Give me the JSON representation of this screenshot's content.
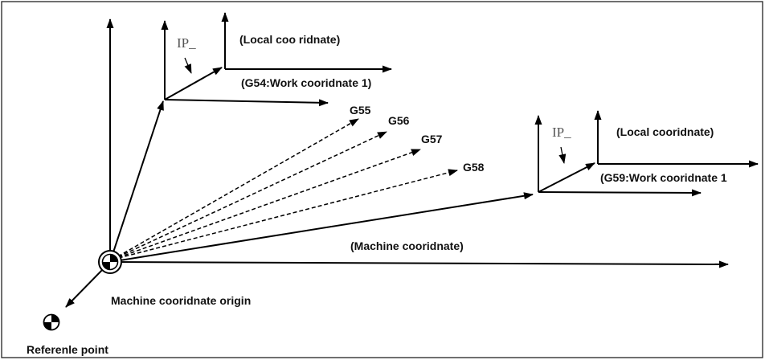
{
  "diagram": {
    "labels": {
      "local_1": "(Local coo ridnate)",
      "g54": "(G54:Work cooridnate 1)",
      "g55": "G55",
      "g56": "G56",
      "g57": "G57",
      "g58": "G58",
      "local_2": "(Local cooridnate)",
      "g59": "(G59:Work cooridnate 1",
      "machine": "(Machine  cooridnate)",
      "origin": "Machine  cooridnate origin",
      "reference": "Referenle point",
      "ip_1": "IP_",
      "ip_2": "IP_"
    }
  }
}
